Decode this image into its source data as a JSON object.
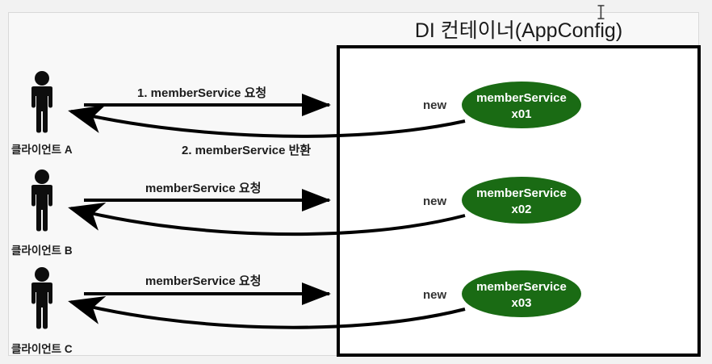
{
  "diagram": {
    "title": "DI 컨테이너(AppConfig)",
    "container_title": "DI 컨테이너(AppConfig)",
    "colors": {
      "bean_fill": "#1a6b14",
      "bean_text": "#ffffff",
      "container_border": "#000000",
      "panel_bg": "#f8f8f8",
      "page_bg": "#f2f2f2",
      "arrow": "#000000",
      "label_text": "#1c1c1c"
    },
    "clients": [
      {
        "id": "a",
        "label": "클라이언트 A",
        "icon": "person-icon"
      },
      {
        "id": "b",
        "label": "클라이언트 B",
        "icon": "person-icon"
      },
      {
        "id": "c",
        "label": "클라이언트 C",
        "icon": "person-icon"
      }
    ],
    "request_labels": [
      "1. memberService 요청",
      "memberService 요청",
      "memberService 요청"
    ],
    "return_labels": [
      "2. memberService 반환"
    ],
    "new_labels": [
      "new",
      "new",
      "new"
    ],
    "beans": [
      {
        "name": "memberService",
        "instance": "x01"
      },
      {
        "name": "memberService",
        "instance": "x02"
      },
      {
        "name": "memberService",
        "instance": "x03"
      }
    ],
    "cursor": {
      "type": "text-ibeam-cursor"
    }
  }
}
